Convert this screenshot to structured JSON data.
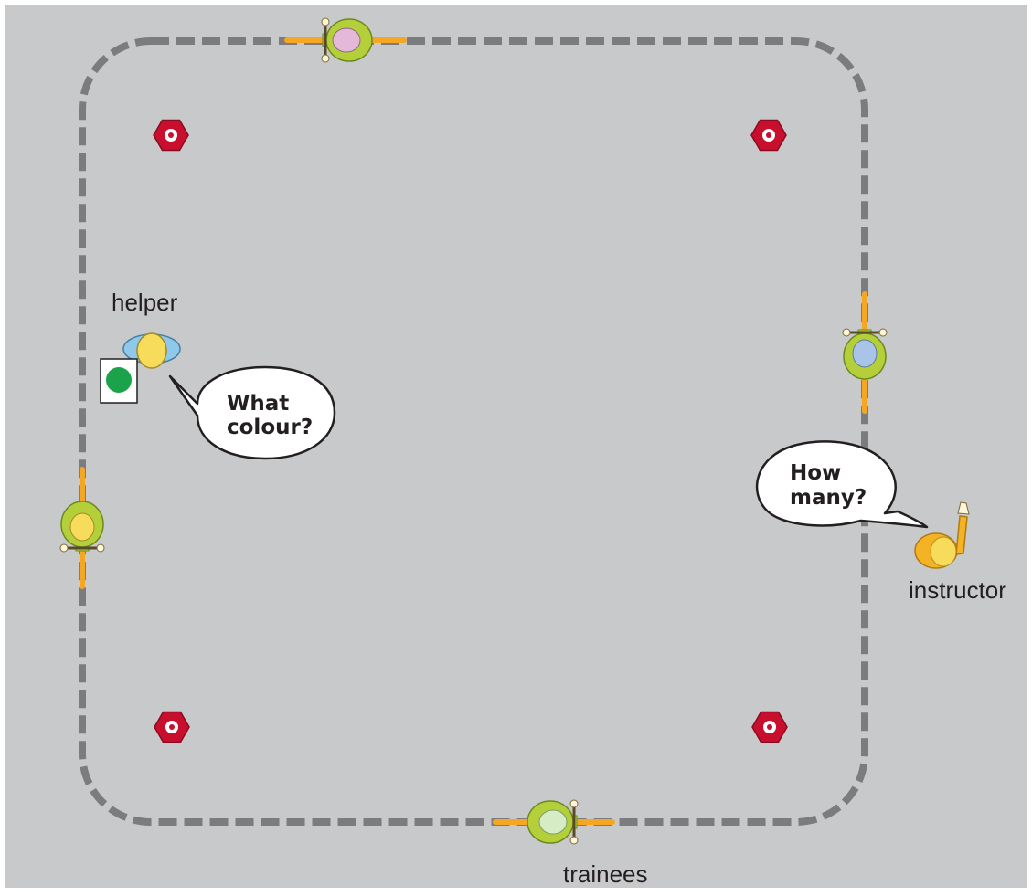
{
  "labels": {
    "helper": "helper",
    "instructor": "instructor",
    "trainees": "trainees"
  },
  "bubbles": {
    "helper": {
      "line1": "What",
      "line2": "colour?"
    },
    "instructor": {
      "line1": "How",
      "line2": "many?"
    }
  },
  "colors": {
    "ground": "#c8c9cb",
    "track": "#7b7c7e",
    "cone": "#c8102e",
    "bike_frame": "#f5a623",
    "rider_body": "#b5cf3b",
    "helper_head": "#f6dc5a",
    "helper_shoulders": "#8ec8ea",
    "card_dot": "#1aa34a",
    "instructor": "#f4b324"
  },
  "riders": [
    {
      "name": "trainee-top",
      "head_color": "#e3b8d8"
    },
    {
      "name": "trainee-right",
      "head_color": "#a9c4e6"
    },
    {
      "name": "trainee-left",
      "head_color": "#f6dc5a"
    },
    {
      "name": "trainee-bottom",
      "head_color": "#d5ecc4"
    }
  ]
}
